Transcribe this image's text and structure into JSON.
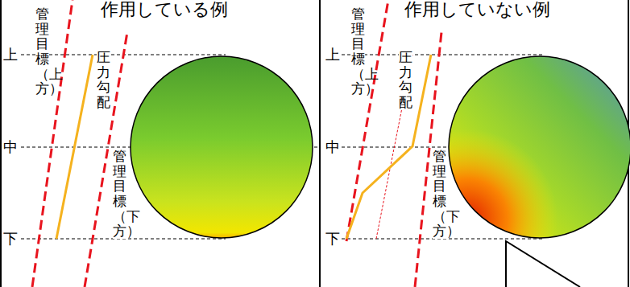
{
  "diagram": {
    "labels": [
      "作用している例",
      "作用していない例",
      "上",
      "中",
      "下",
      "管理目標（上方）",
      "圧力勾配",
      "管理目標（下方）",
      "上",
      "中",
      "下",
      "管理目標（上方）",
      "圧力勾配",
      "管理目標（下方）"
    ]
  }
}
